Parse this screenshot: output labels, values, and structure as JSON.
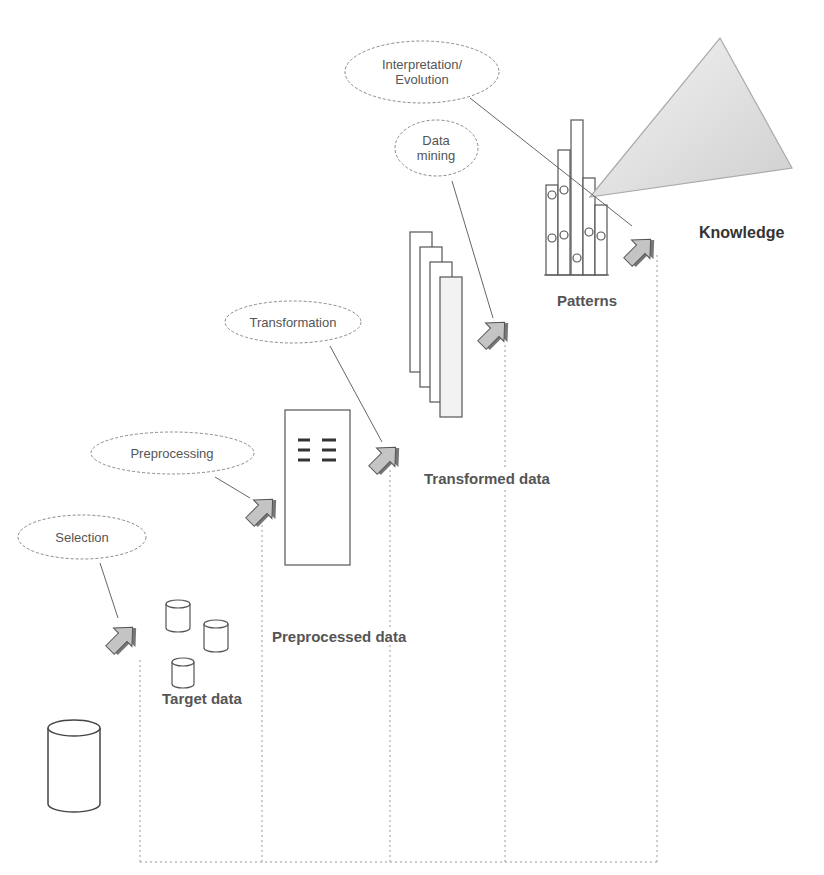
{
  "diagram": {
    "nodes": [
      {
        "text": [
          "Selection"
        ]
      },
      {
        "text": [
          "Preprocessing"
        ]
      },
      {
        "text": [
          "Transformation"
        ]
      },
      {
        "text": [
          "Data mining"
        ]
      },
      {
        "text": [
          "Interpretation/ Evolution"
        ]
      }
    ],
    "labels": [
      "Target data",
      "Preprocessed data",
      "Transformed data",
      "Patterns",
      "Knowledge"
    ]
  }
}
